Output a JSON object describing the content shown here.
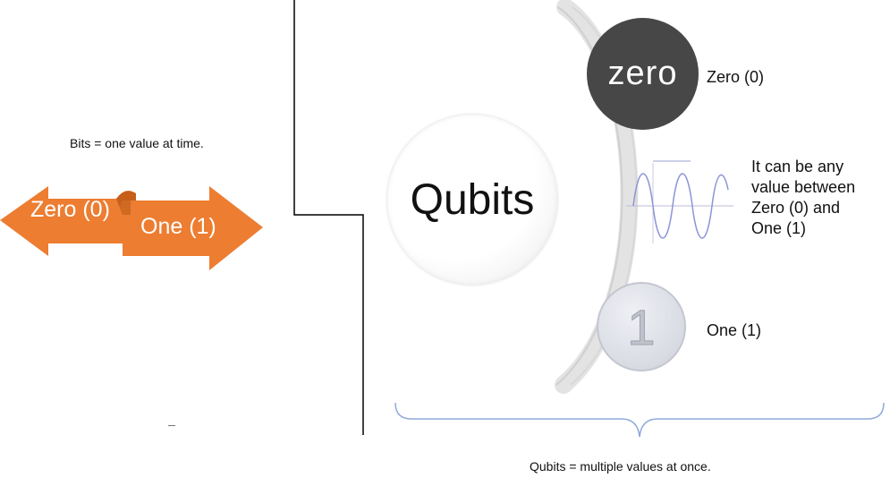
{
  "bits": {
    "caption": "Bits = one value at time.",
    "zero_label": "Zero (0)",
    "one_label": "One (1)",
    "arrow_color": "#ED7D31",
    "arrow_shadow_color": "#C65F1A"
  },
  "qubits": {
    "title": "Qubits",
    "zero_word": "zero",
    "zero_label": "Zero (0)",
    "between_lines": [
      "It can be any",
      "value between",
      "Zero (0) and",
      "One (1)"
    ],
    "one_glyph": "1",
    "one_label": "One (1)",
    "caption": "Qubits = multiple values at once.",
    "zero_circle_color": "#474747",
    "brace_color": "#8FAADC",
    "wave_color": "#8E95D6"
  }
}
